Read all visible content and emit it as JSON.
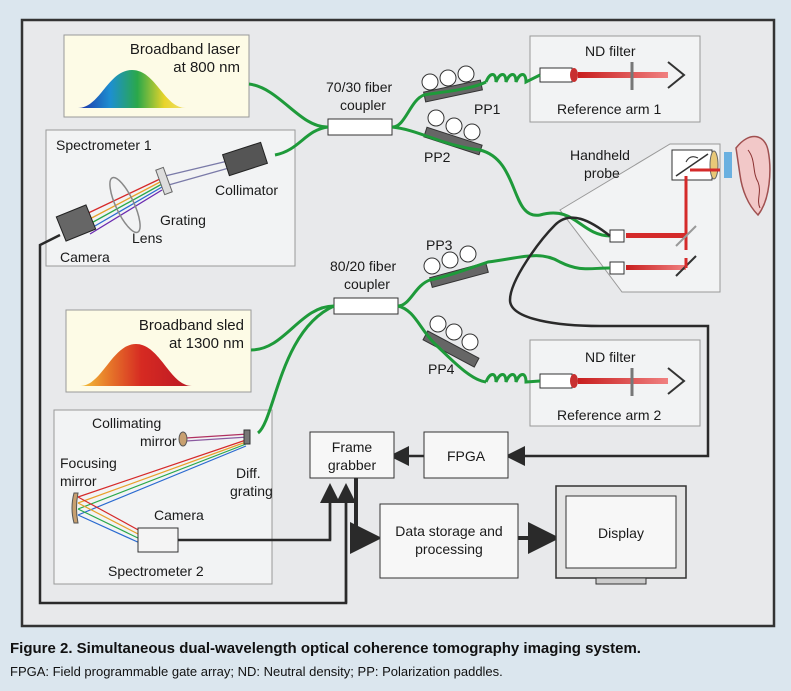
{
  "diagram": {
    "laser_label_1": "Broadband laser",
    "laser_label_2": "at 800 nm",
    "sled_label_1": "Broadband sled",
    "sled_label_2": "at 1300 nm",
    "coupler1_1": "70/30 fiber",
    "coupler1_2": "coupler",
    "coupler2_1": "80/20 fiber",
    "coupler2_2": "coupler",
    "pp1": "PP1",
    "pp2": "PP2",
    "pp3": "PP3",
    "pp4": "PP4",
    "nd1": "ND filter",
    "ref1": "Reference arm 1",
    "nd2": "ND filter",
    "ref2": "Reference arm 2",
    "probe_1": "Handheld",
    "probe_2": "probe",
    "spec1": "Spectrometer 1",
    "collimator": "Collimator",
    "grating": "Grating",
    "lens": "Lens",
    "camera1": "Camera",
    "spec2": "Spectrometer 2",
    "collim_mirror_1": "Collimating",
    "collim_mirror_2": "mirror",
    "focus_mirror_1": "Focusing",
    "focus_mirror_2": "mirror",
    "diff_1": "Diff.",
    "diff_2": "grating",
    "camera2": "Camera",
    "frame_1": "Frame",
    "frame_2": "grabber",
    "fpga": "FPGA",
    "storage_1": "Data storage and",
    "storage_2": "processing",
    "display": "Display"
  },
  "caption": {
    "title": "Figure 2. Simultaneous dual-wavelength optical coherence tomography imaging system.",
    "subtitle": "FPGA: Field programmable gate array; ND: Neutral density; PP: Polarization paddles."
  },
  "colors": {
    "fiber": "#1e9a3a",
    "cable": "#2a2a2a",
    "beam": "#d42a2a",
    "panel": "#ecedef",
    "background": "#dbe6ee"
  }
}
